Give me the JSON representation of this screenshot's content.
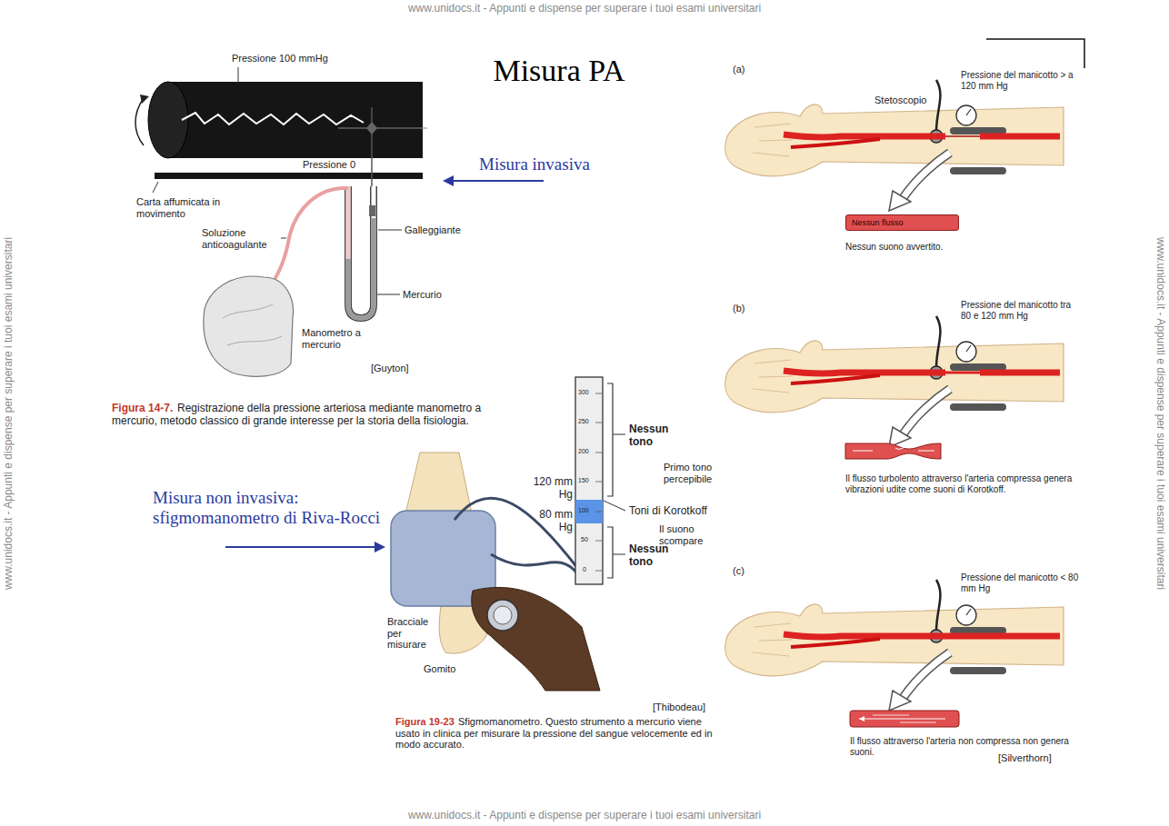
{
  "diagram": {
    "title": "Misura PA",
    "nodes": [
      {
        "text": [
          "Nessun flusso"
        ]
      }
    ],
    "labels": [
      "www.unidocs.it - Appunti e dispense per superare i tuoi esami universitari",
      "www.unidocs.it - Appunti e dispense per superare i tuoi esami universitari",
      "www.unidocs.it - Appunti e dispense per superare i tuoi esami universitari",
      "www.unidocs.it - Appunti e dispense per superare i tuoi esami universitari",
      "Pressione 100 mmHg",
      "Pressione 0",
      "Carta affumicata in movimento",
      "Soluzione anticoagulante",
      "Galleggiante",
      "Mercurio",
      "Manometro a mercurio",
      "[Guyton]",
      "Figura 14-7.",
      "Registrazione della pressione arteriosa mediante manometro a mercurio, metodo classico di grande interesse per la storia della fisiologia.",
      "Misura invasiva",
      "Misura non invasiva: sfigmomanometro di Riva-Rocci",
      "300",
      "250",
      "200",
      "150",
      "100",
      "50",
      "0",
      "120 mm Hg",
      "80 mm Hg",
      "Nessun tono",
      "Primo tono percepibile",
      "Toni di Korotkoff",
      "Il suono scompare",
      "Nessun tono",
      "Bracciale per misurare",
      "Gomito",
      "[Thibodeau]",
      "Figura 19-23",
      "Sfigmomanometro. Questo strumento a mercurio viene usato in clinica per misurare la pressione del sangue velocemente ed in modo accurato.",
      "(a)",
      "Pressione del manicotto > a 120 mm Hg",
      "Stetoscopio",
      "Nessun suono avvertito.",
      "(b)",
      "Pressione del manicotto tra 80 e 120 mm Hg",
      "Il flusso turbolento attraverso l'arteria compressa genera vibrazioni udite come suoni di Korotkoff.",
      "(c)",
      "Pressione del manicotto < 80 mm Hg",
      "Il flusso attraverso l'arteria non compressa non genera suoni.",
      "[Silverthorn]"
    ]
  }
}
